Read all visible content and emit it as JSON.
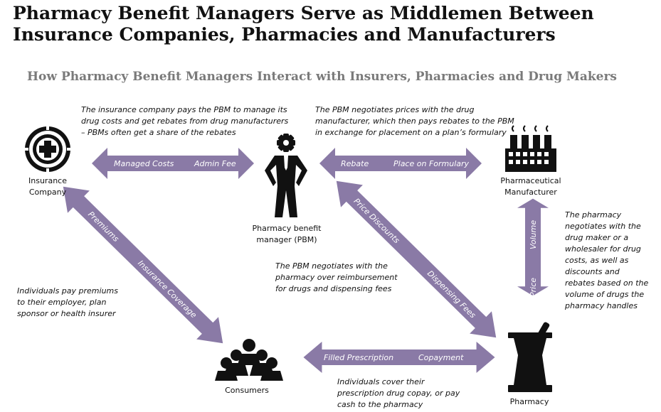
{
  "title": "Pharmacy Benefit Managers Serve as Middlemen Between Insurance Companies, Pharmacies and Manufacturers",
  "subtitle": "How Pharmacy Benefit Managers Interact with Insurers, Pharmacies and Drug Makers",
  "colors": {
    "arrow": "#8a7aa6",
    "icon": "#111111",
    "arrow_text": "#ffffff"
  },
  "nodes": {
    "insurer": {
      "label": "Insurance Company",
      "icon": "medical-cross-icon"
    },
    "pbm": {
      "label": "Pharmacy benefit manager (PBM)",
      "icon": "gear-head-person-icon"
    },
    "manufacturer": {
      "label": "Pharmaceutical Manufacturer",
      "icon": "factory-icon"
    },
    "consumers": {
      "label": "Consumers",
      "icon": "people-group-icon"
    },
    "pharmacy": {
      "label": "Pharmacy",
      "icon": "mortar-pestle-icon"
    }
  },
  "notes": {
    "insurer_pbm": "The insurance company pays the PBM to manage its drug costs and get rebates from drug manufacturers – PBMs often get a share of the rebates",
    "pbm_manufacturer": "The PBM negotiates prices with the drug manufacturer, which then pays rebates to the PBM in exchange for placement on a plan’s formulary",
    "pharmacy_manufacturer": "The pharmacy negotiates with the drug maker or a wholesaler for drug costs, as well as discounts and rebates based on the volume of drugs the pharmacy handles",
    "pbm_pharmacy": "The PBM negotiates with the pharmacy over reimbursement for drugs and dispensing fees",
    "consumers_insurer": "Individuals pay premiums to their employer, plan sponsor or health insurer",
    "consumers_pharmacy": "Individuals cover their prescription drug copay, or pay cash to the pharmacy"
  },
  "arrows": {
    "insurer_pbm": {
      "left": "Managed Costs",
      "right": "Admin Fee"
    },
    "pbm_manufacturer": {
      "left": "Rebate",
      "right": "Place on Formulary"
    },
    "manufacturer_pharmacy": {
      "top": "Volume",
      "bottom": "Price"
    },
    "pbm_pharmacy": {
      "upper": "Price Discounts",
      "lower": "Dispensing Fees"
    },
    "insurer_consumers": {
      "upper": "Premiums",
      "lower": "Insurance Coverage"
    },
    "consumers_pharmacy": {
      "left": "Filled Prescription",
      "right": "Copayment"
    }
  }
}
